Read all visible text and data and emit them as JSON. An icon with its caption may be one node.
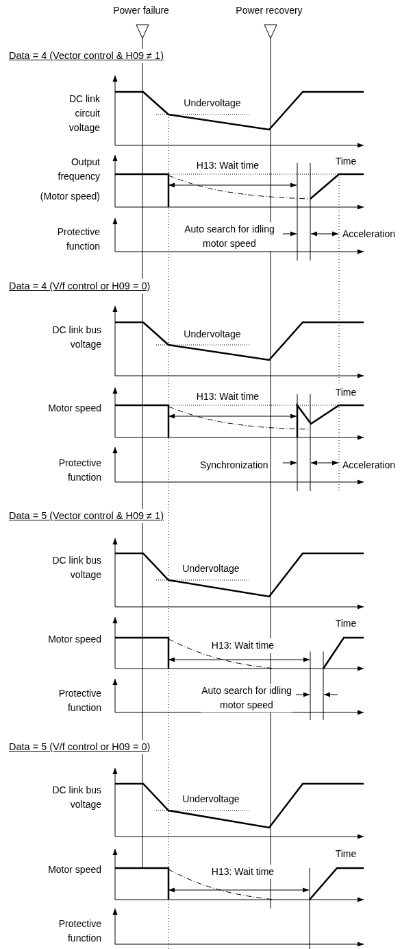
{
  "diagram": {
    "labels": [
      "Power failure",
      "Power recovery",
      "Data = 4 (Vector control & H09 ≠ 1)",
      "DC link circuit voltage",
      "Undervoltage",
      "Output frequency",
      "(Motor speed)",
      "H13: Wait time",
      "Time",
      "Protective function",
      "Auto search for idling motor speed",
      "Acceleration",
      "Data = 4 (V/f control or H09 = 0)",
      "DC link bus voltage",
      "Undervoltage",
      "Motor speed",
      "H13: Wait time",
      "Time",
      "Protective function",
      "Synchronization",
      "Acceleration",
      "Data = 5 (Vector control & H09 ≠ 1)",
      "DC link bus voltage",
      "Undervoltage",
      "Motor speed",
      "Time",
      "H13: Wait time",
      "Protective function",
      "Auto search for idling motor speed",
      "Data = 5 (V/f control or H09 = 0)",
      "DC link bus voltage",
      "Undervoltage",
      "Motor speed",
      "Time",
      "H13: Wait time",
      "Protective function"
    ]
  }
}
